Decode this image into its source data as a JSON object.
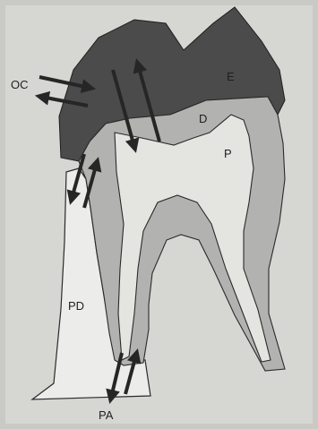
{
  "labels": {
    "enamel": "E",
    "dentin": "D",
    "pulp": "P",
    "occlusal": "OC",
    "periodontium": "PD",
    "periapical": "PA"
  },
  "colors": {
    "page": "#c9c9c6",
    "enamel": "#4b4b4b",
    "dentin": "#b2b2b0",
    "pulp": "#e4e4e1",
    "periodontal": "#ececea",
    "outline": "#2a2a2a",
    "arrow": "#262626"
  },
  "arrow_icons": [
    "double-arrow-icon",
    "double-arrow-icon",
    "double-arrow-icon",
    "double-arrow-icon"
  ]
}
